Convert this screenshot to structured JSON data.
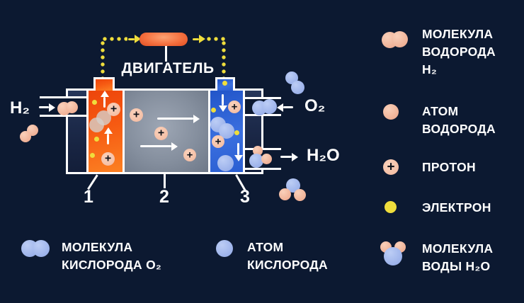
{
  "diagram": {
    "engine_label": "ДВИГАТЕЛЬ",
    "h2_label": "H₂",
    "o2_label": "O₂",
    "h2o_label": "H₂O",
    "zone_1": "1",
    "zone_2": "2",
    "zone_3": "3"
  },
  "icons": {
    "plus": "+"
  },
  "legend_right": [
    {
      "label": "МОЛЕКУЛА\nВОДОРОДА\nH₂"
    },
    {
      "label": "АТОМ\nВОДОРОДА"
    },
    {
      "label": "ПРОТОН"
    },
    {
      "label": "ЭЛЕКТРОН"
    },
    {
      "label": "МОЛЕКУЛА\nВОДЫ H₂O"
    }
  ],
  "legend_bottom": [
    {
      "label": "МОЛЕКУЛА\nКИСЛОРОДА O₂"
    },
    {
      "label": "АТОМ\nКИСЛОРОДА"
    }
  ],
  "colors": {
    "background": "#0c1931",
    "anode_orange": "#f4580f",
    "cathode_blue": "#2e63d6",
    "electrolyte_gray": "#8a94a3",
    "electron_yellow": "#efdd3c",
    "hydrogen_pink": "#f3b89f",
    "oxygen_blue": "#a3b8ee",
    "engine_orange": "#f4764a",
    "text_white": "#ffffff"
  }
}
